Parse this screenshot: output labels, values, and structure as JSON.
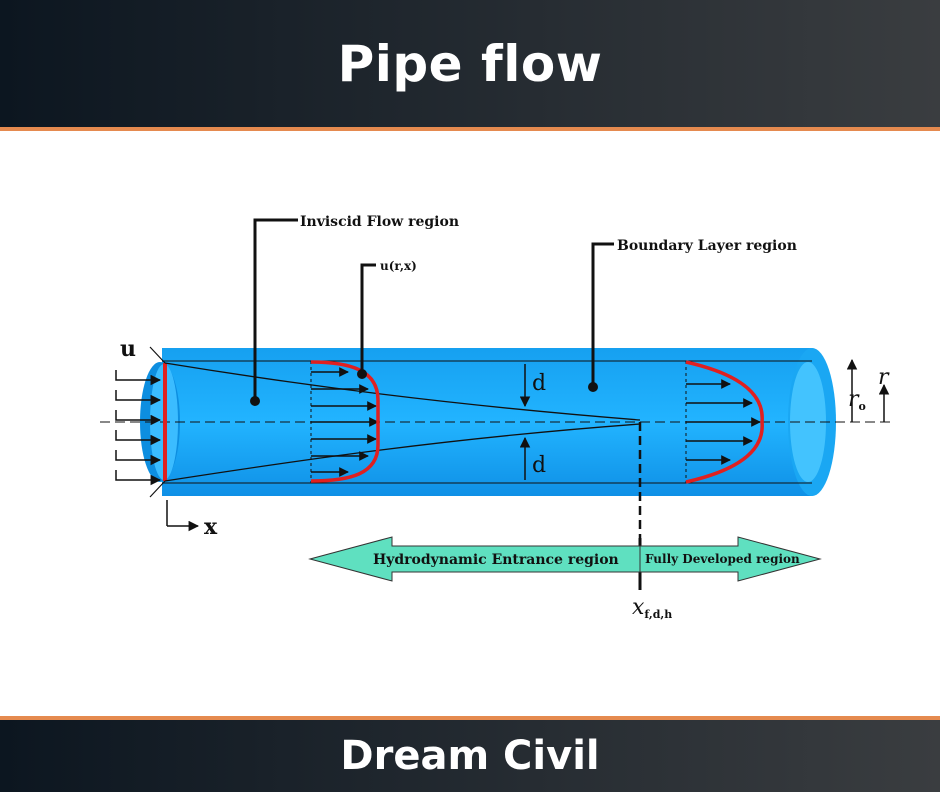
{
  "header": {
    "title": "Pipe flow"
  },
  "footer": {
    "brand": "Dream Civil"
  },
  "diagram": {
    "labels": {
      "inviscid": "Inviscid Flow region",
      "velocity": "u(r,x)",
      "boundary": "Boundary Layer region",
      "inlet_u": "u",
      "x_axis": "x",
      "thickness_top": "d",
      "thickness_bottom": "d",
      "radius": "r",
      "radius_outer": "r",
      "radius_outer_sub": "o",
      "entrance": "Hydrodynamic Entrance region",
      "developed": "Fully Developed region",
      "xfd": "x",
      "xfd_sub": "f,d,h"
    },
    "colors": {
      "pipe": "#1aa7f3",
      "pipe_dark": "#0d8ee0",
      "profile": "#e02020",
      "arrow_band": "#5fe0c0",
      "line": "#111111"
    }
  }
}
